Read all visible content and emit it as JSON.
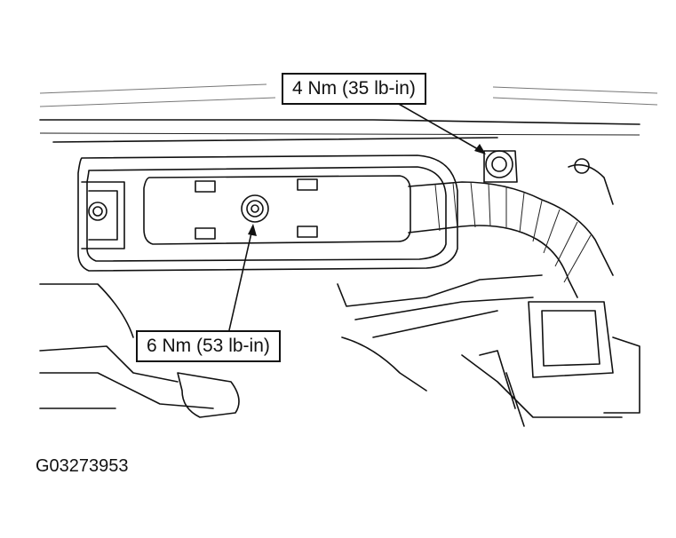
{
  "callouts": {
    "top": "4 Nm (35 lb-in)",
    "bottom": "6 Nm (53 lb-in)"
  },
  "figure_id": "G03273953"
}
